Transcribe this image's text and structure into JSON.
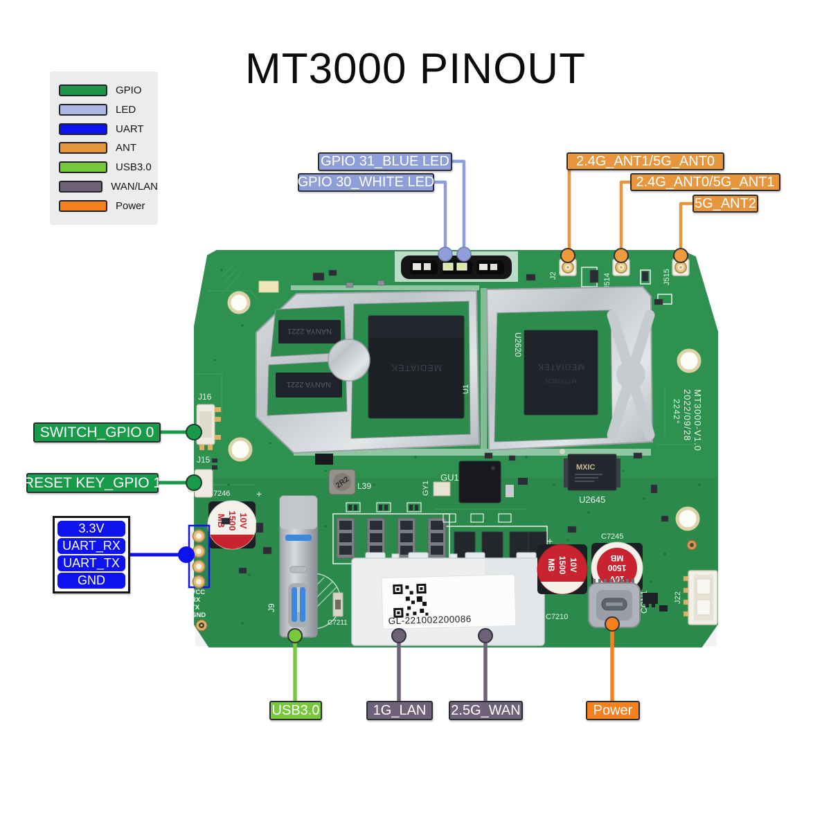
{
  "title": "MT3000 PINOUT",
  "legend": {
    "items": [
      {
        "label": "GPIO",
        "color": "#1E9548"
      },
      {
        "label": "LED",
        "color": "#ACB7E3"
      },
      {
        "label": "UART",
        "color": "#0D12EE"
      },
      {
        "label": "ANT",
        "color": "#E8963E"
      },
      {
        "label": "USB3.0",
        "color": "#77C83D"
      },
      {
        "label": "WAN/LAN",
        "color": "#6E6178"
      },
      {
        "label": "Power",
        "color": "#F5811E"
      }
    ]
  },
  "callouts": {
    "gpio31_blue_led": "GPIO 31_BLUE LED",
    "gpio30_white_led": "GPIO 30_WHITE LED",
    "ant_a": "2.4G_ANT1/5G_ANT0",
    "ant_b": "2.4G_ANT0/5G_ANT1",
    "ant_c": "5G_ANT2",
    "switch": "SWITCH_GPIO 0",
    "reset": "RESET KEY_GPIO 1",
    "uart_pins": [
      "3.3V",
      "UART_RX",
      "UART_TX",
      "GND"
    ],
    "usb": "USB3.0",
    "lan": "1G_LAN",
    "wan": "2.5G_WAN",
    "power": "Power"
  },
  "board": {
    "refs": {
      "j2": "J2",
      "j514": "J514",
      "j515": "J515",
      "j16": "J16",
      "j15": "J15",
      "j9": "J9",
      "j22": "J22",
      "con1": "CON1",
      "gu1": "GU1",
      "gy1": "GY1",
      "u1": "U1",
      "u2620": "U2620",
      "u2645": "U2645",
      "l39": "L39",
      "c7246": "C7246",
      "c7245": "C7245",
      "c7210": "C7210",
      "c7211": "C7211"
    },
    "silkscreen": {
      "version": "MT3000-V1.0",
      "date": "2022/09/28",
      "lot": "2242°",
      "uart_pins": [
        "VCC",
        "RX",
        "TX",
        "GND"
      ],
      "plus": "+"
    },
    "labels": {
      "serial": "GL-221002200086"
    },
    "chips": {
      "brand": "MEDIATEK",
      "wifi": "MT7976CN",
      "ram": "NANYA 2221",
      "flash": "MXIC",
      "inductor": "2R2"
    },
    "cap": {
      "l1": "10V",
      "l2": "1500",
      "l3": "MB"
    }
  }
}
